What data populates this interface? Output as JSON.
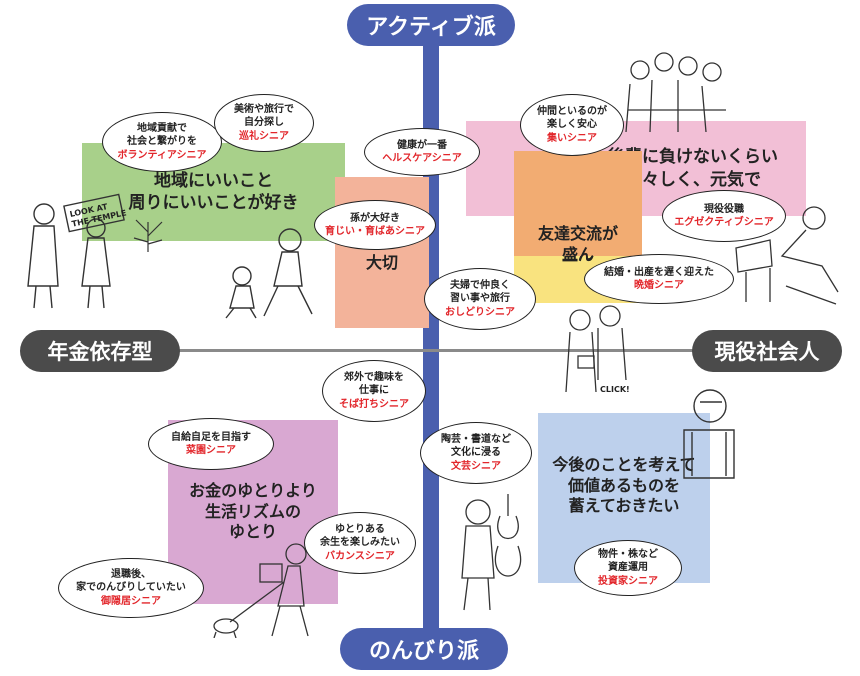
{
  "axes": {
    "top": "アクティブ派",
    "bottom": "のんびり派",
    "left": "年金依存型",
    "right": "現役社会人"
  },
  "zones": [
    {
      "id": "community",
      "text": "地域にいいこと\n周りにいいことが好き",
      "color": "#a8d08a"
    },
    {
      "id": "young",
      "text": "後輩に負けないくらい\n若々しく、元気で",
      "color": "#f2bfd6"
    },
    {
      "id": "friends",
      "text": "友達交流が\n盛ん",
      "color": "#f2ac72"
    },
    {
      "id": "family",
      "text": "家族が\n大切",
      "color": "#f3b39a"
    },
    {
      "id": "rhythm",
      "text": "お金のゆとりより\n生活リズムの\nゆとり",
      "color": "#d9a8d2"
    },
    {
      "id": "future",
      "text": "今後のことを考えて\n価値あるものを\n蓄えておきたい",
      "color": "#bdd0ec"
    }
  ],
  "bubbles": {
    "volunteer": {
      "text": "地域貢献で\n社会と繋がりを",
      "label": "ボランティアシニア"
    },
    "pilgrim": {
      "text": "美術や旅行で\n自分探し",
      "label": "巡礼シニア"
    },
    "health": {
      "text": "健康が一番",
      "label": "ヘルスケアシニア"
    },
    "gathering": {
      "text": "仲間といるのが\n楽しく安心",
      "label": "集いシニア"
    },
    "grandparent": {
      "text": "孫が大好き",
      "label": "育じい・育ばあシニア"
    },
    "executive": {
      "text": "現役役職",
      "label": "エグゼクティブシニア"
    },
    "latemarriage": {
      "text": "結婚・出産を遅く迎えた",
      "label": "晩婚シニア"
    },
    "dancing": {
      "text": "夫婦で仲良く\n習い事や旅行",
      "label": "おしどりシニア"
    },
    "soba": {
      "text": "郊外で趣味を\n仕事に",
      "label": "そば打ちシニア"
    },
    "garden": {
      "text": "自給自足を目指す",
      "label": "菜園シニア"
    },
    "culture": {
      "text": "陶芸・書道など\n文化に浸る",
      "label": "文芸シニア"
    },
    "vacation": {
      "text": "ゆとりある\n余生を楽しみたい",
      "label": "バカンスシニア"
    },
    "retired": {
      "text": "退職後、\n家でのんびりしていたい",
      "label": "御隠居シニア"
    },
    "investor": {
      "text": "物件・株など\n資産運用",
      "label": "投資家シニア"
    }
  },
  "illustration_text": {
    "sign": "LOOK AT\nTHE TEMPLE",
    "camera": "CLICK!"
  },
  "colors": {
    "axis_vertical": "#4a5fae",
    "axis_horizontal": "#8a8a8a",
    "side_pill": "#4b4b4b",
    "label_red": "#e2262b"
  }
}
